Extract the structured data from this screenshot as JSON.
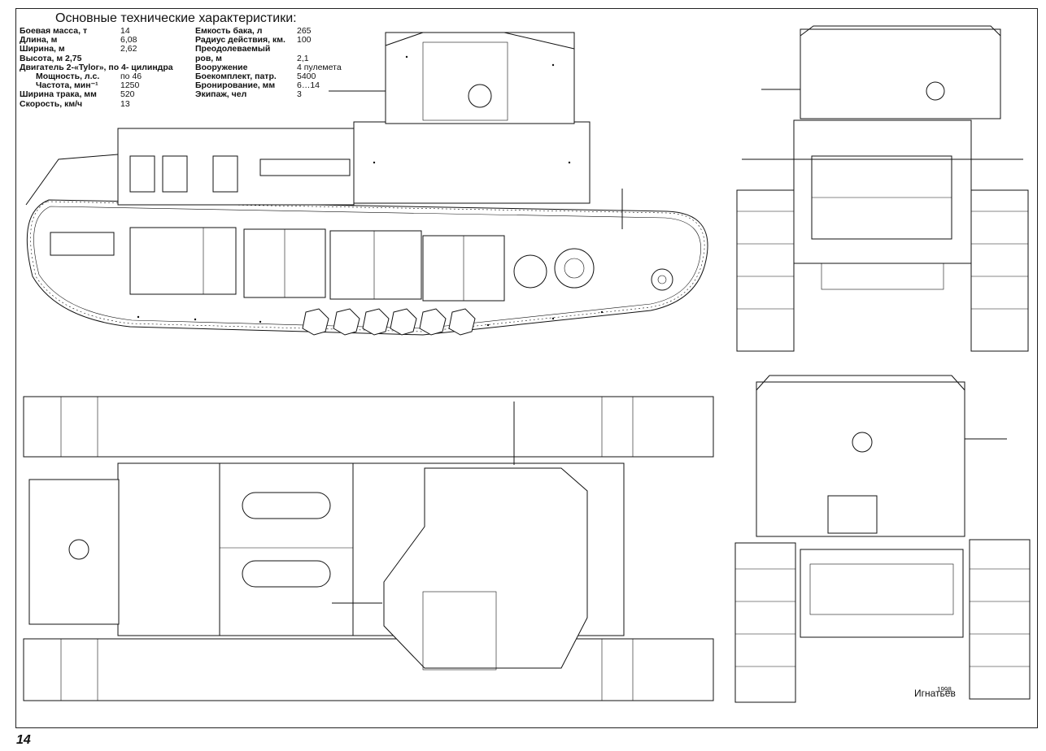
{
  "specs": {
    "title": "Основные технические характеристики:",
    "left": [
      {
        "label": "Боевая масса,  т",
        "value": "14",
        "indent": false
      },
      {
        "label": "Длина, м",
        "value": "6,08",
        "indent": false
      },
      {
        "label": "Ширина, м",
        "value": "2,62",
        "indent": false
      },
      {
        "label": "Высота, м  2,75",
        "value": "",
        "indent": false
      },
      {
        "label": "Двигатель 2-«Tylor», по 4- цилиндра",
        "value": "",
        "indent": false
      },
      {
        "label": "Мощность, л.с.",
        "value": "по 46",
        "indent": true
      },
      {
        "label": "Частота, мин⁻¹",
        "value": "1250",
        "indent": true
      },
      {
        "label": "Ширина трака, мм",
        "value": "520",
        "indent": false
      },
      {
        "label": "Скорость, км/ч",
        "value": "13",
        "indent": false
      }
    ],
    "right": [
      {
        "label": "Емкость бака, л",
        "value": "265"
      },
      {
        "label": "Радиус действия, км.",
        "value": "100"
      },
      {
        "label": "Преодолеваемый",
        "value": ""
      },
      {
        "label": "ров, м",
        "value": "2,1"
      },
      {
        "label": "Вооружение",
        "value": "4 пулемета"
      },
      {
        "label": "Боекомплект, патр.",
        "value": "5400"
      },
      {
        "label": "Бронирование, мм",
        "value": "6…14"
      },
      {
        "label": "Экипаж, чел",
        "value": "3"
      }
    ]
  },
  "page_number": "14",
  "signature": {
    "name": "Игнатьев",
    "year": "1998"
  }
}
